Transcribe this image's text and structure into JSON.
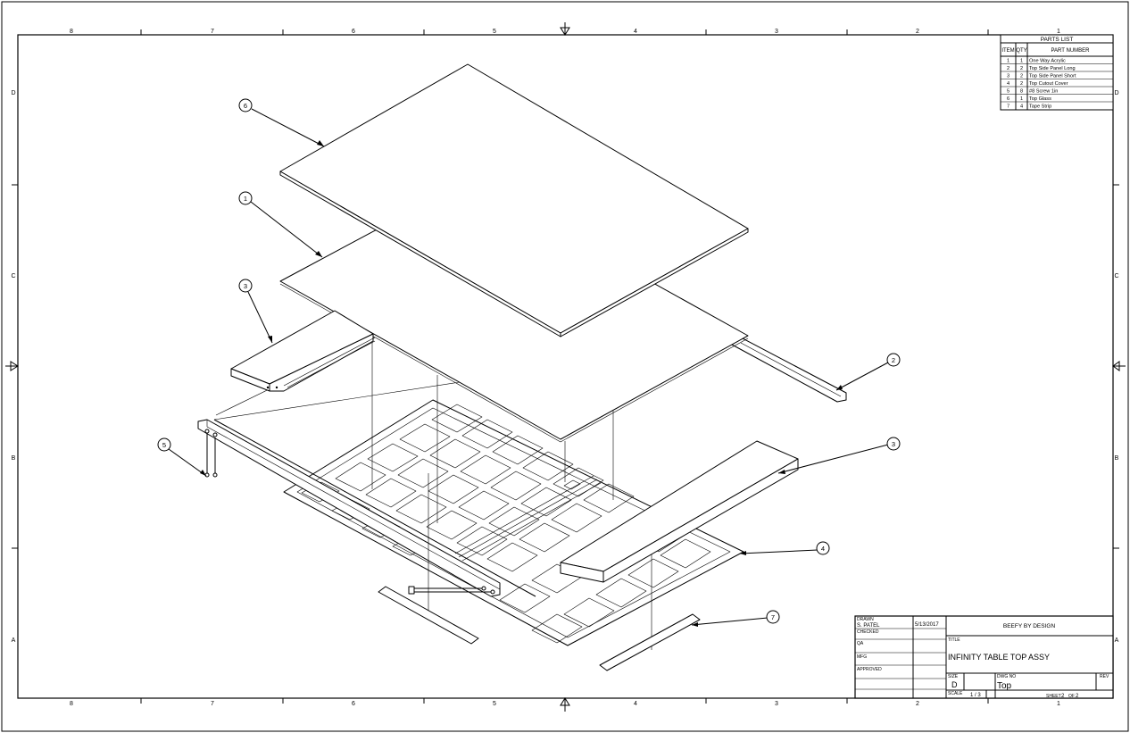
{
  "zones": {
    "columns": [
      "8",
      "7",
      "6",
      "5",
      "4",
      "3",
      "2",
      "1"
    ],
    "rows": [
      "D",
      "C",
      "B",
      "A"
    ]
  },
  "parts_list": {
    "title": "PARTS LIST",
    "headers": [
      "ITEM",
      "QTY",
      "PART NUMBER"
    ],
    "rows": [
      [
        "1",
        "1",
        "One Way Acrylic"
      ],
      [
        "2",
        "2",
        "Top Side Panel Long"
      ],
      [
        "3",
        "2",
        "Top Side Panel Short"
      ],
      [
        "4",
        "2",
        "Top Cutout Cover"
      ],
      [
        "5",
        "8",
        "#8 Screw 1in"
      ],
      [
        "6",
        "1",
        "Top Glass"
      ],
      [
        "7",
        "4",
        "Tape Strip"
      ]
    ]
  },
  "balloons": [
    "6",
    "1",
    "3",
    "2",
    "5",
    "3",
    "4",
    "7"
  ],
  "title_block": {
    "drawn_label": "DRAWN",
    "drawn_name": "S. PATEL",
    "drawn_date": "5/13/2017",
    "checked_label": "CHECKED",
    "qa_label": "QA",
    "mfg_label": "MFG",
    "approved_label": "APPROVED",
    "company": "BEEFY BY DESIGN",
    "title_label": "TITLE",
    "title": "INFINITY TABLE TOP ASSY",
    "size_label": "SIZE",
    "size": "D",
    "dwg_no_label": "DWG NO",
    "dwg_no": "Top",
    "rev_label": "REV",
    "scale_label": "SCALE",
    "scale": "1 / 3",
    "sheet_label": "SHEET",
    "sheet": "2",
    "of_label": "OF",
    "of": "2"
  }
}
